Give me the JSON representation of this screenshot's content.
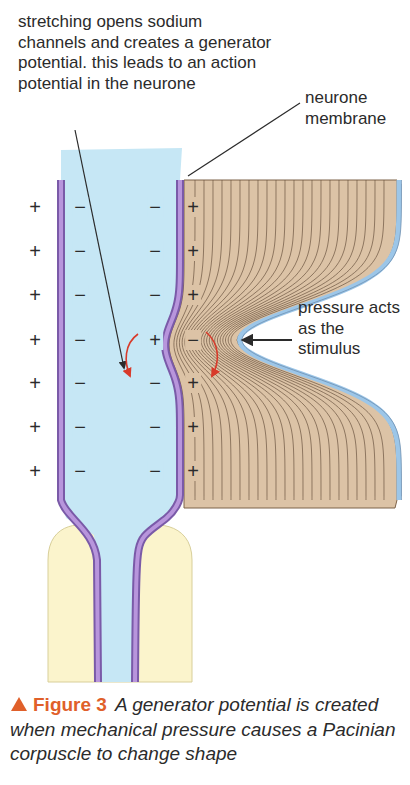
{
  "diagram": {
    "caption": "A generator potential is created when mechanical pressure causes a Pacinian corpuscle to change shape",
    "labels": [
      "stretching opens sodium channels and creates a generator potential. this leads to an action potential in the neurone",
      "neurone membrane",
      "pressure acts as the stimulus",
      "+",
      "+",
      "+",
      "+",
      "+",
      "+",
      "+",
      "−",
      "−",
      "−",
      "−",
      "−",
      "−",
      "−",
      "−",
      "−",
      "−",
      "+",
      "−",
      "−",
      "−",
      "+",
      "+",
      "+",
      "−",
      "+",
      "+",
      "+",
      "Figure 3"
    ]
  }
}
